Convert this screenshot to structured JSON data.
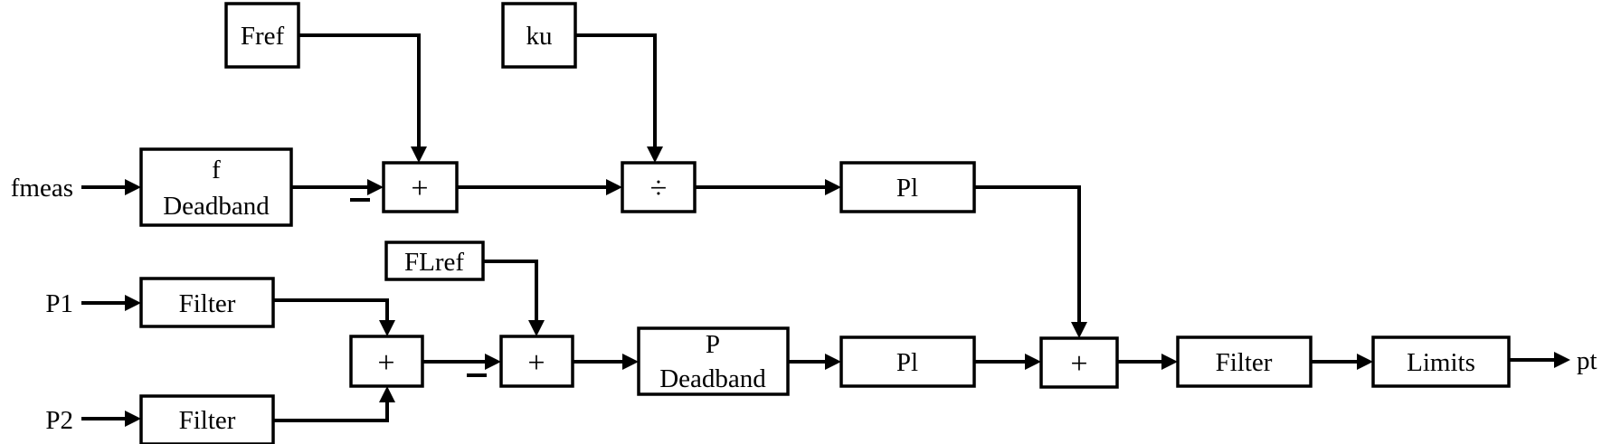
{
  "diagram": {
    "inputs": {
      "fmeas": "fmeas",
      "p1": "P1",
      "p2": "P2"
    },
    "output": "pt",
    "blocks": {
      "fref": "Fref",
      "ku": "ku",
      "f_deadband_line1": "f",
      "f_deadband_line2": "Deadband",
      "sum_top": "+",
      "divide": "÷",
      "pi_top": "Pl",
      "flref": "FLref",
      "filter_p1": "Filter",
      "filter_p2": "Filter",
      "sum_p": "+",
      "sum_ref": "+",
      "p_deadband_line1": "P",
      "p_deadband_line2": "Deadband",
      "pi_bottom": "Pl",
      "sum_final": "+",
      "filter_out": "Filter",
      "limits": "Limits"
    }
  }
}
